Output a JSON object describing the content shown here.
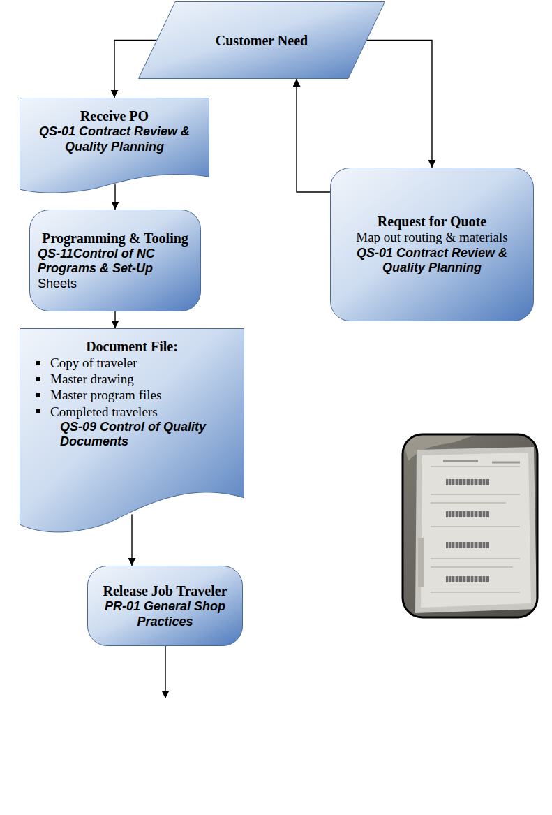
{
  "diagram": {
    "nodes": [
      {
        "text": [
          "Customer Need"
        ]
      },
      {
        "text": [
          "Receive PO",
          "QS-01 Contract Review & Quality Planning"
        ]
      },
      {
        "text": [
          "Request for Quote",
          "Map out routing & materials",
          "QS-01 Contract Review & Quality Planning"
        ]
      },
      {
        "text": [
          "Programming & Tooling",
          "QS-11Control of NC Programs & Set-Up",
          "Sheets"
        ]
      },
      {
        "text": [
          "Document File:",
          "Copy of traveler",
          "Master drawing",
          "Master program files",
          "Completed travelers",
          "QS-09 Control of Quality Documents"
        ]
      },
      {
        "text": [
          "Release Job Traveler",
          "PR-01 General Shop Practices"
        ]
      }
    ],
    "edges": [
      {
        "from": 0,
        "to": 1,
        "arrow": "to"
      },
      {
        "from": 0,
        "to": 2,
        "arrow": "to"
      },
      {
        "from": 2,
        "to": 0,
        "arrow": "to"
      },
      {
        "from": 1,
        "to": 3,
        "arrow": "to"
      },
      {
        "from": 3,
        "to": 4,
        "arrow": "to"
      },
      {
        "from": 4,
        "to": 5,
        "arrow": "to"
      }
    ]
  }
}
